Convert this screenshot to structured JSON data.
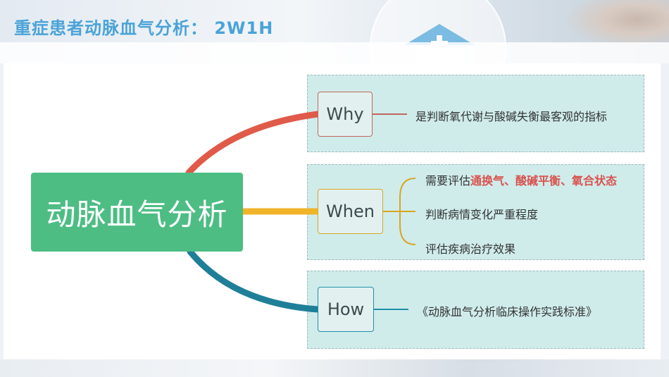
{
  "header": {
    "title": "重症患者动脉血气分析： 2W1H"
  },
  "mindmap": {
    "root": {
      "label": "动脉血气分析",
      "color": "#4dbd84"
    },
    "branches": [
      {
        "label": "Why",
        "color": "#e05a4a",
        "leaves": [
          {
            "text": "是判断氧代谢与酸碱失衡最客观的指标"
          }
        ]
      },
      {
        "label": "When",
        "color": "#f0b429",
        "leaves": [
          {
            "prefix": "需要评估",
            "highlight": "通换气、酸碱平衡、氧合状态",
            "highlight_color": "#d9534f"
          },
          {
            "text": "判断病情变化严重程度"
          },
          {
            "text": "评估疾病治疗效果"
          }
        ]
      },
      {
        "label": "How",
        "color": "#1f7f99",
        "leaves": [
          {
            "text": "《动脉血气分析临床操作实践标准》"
          }
        ]
      }
    ]
  }
}
